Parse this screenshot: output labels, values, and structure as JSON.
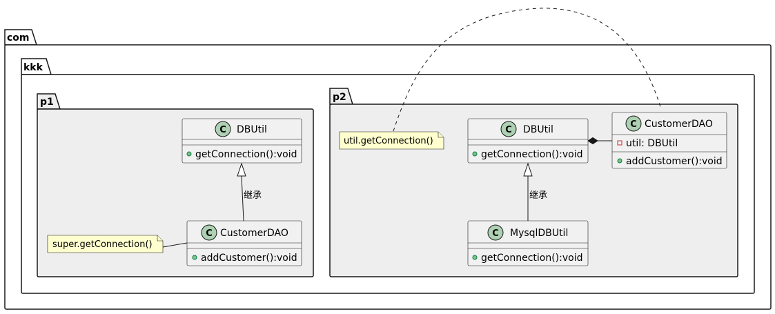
{
  "packages": {
    "outer": "com",
    "middle": "kkk",
    "left": "p1",
    "right": "p2"
  },
  "p1": {
    "dbutil": {
      "stereotype": "C",
      "name": "DBUtil",
      "methods": [
        "getConnection():void"
      ]
    },
    "customerdao": {
      "stereotype": "C",
      "name": "CustomerDAO",
      "methods": [
        "addCustomer():void"
      ]
    },
    "edge_label": "继承",
    "note": "super.getConnection()"
  },
  "p2": {
    "dbutil": {
      "stereotype": "C",
      "name": "DBUtil",
      "methods": [
        "getConnection():void"
      ]
    },
    "customerdao": {
      "stereotype": "C",
      "name": "CustomerDAO",
      "fields": [
        "util: DBUtil"
      ],
      "methods": [
        "addCustomer():void"
      ]
    },
    "mysqldbutil": {
      "stereotype": "C",
      "name": "MysqlDBUtil",
      "methods": [
        "getConnection():void"
      ]
    },
    "edge_label": "继承",
    "note": "util.getConnection()"
  },
  "colors": {
    "class_icon": "#add1b2",
    "class_fill": "#f1f1f1",
    "package_fill": "#eeeeee",
    "note_fill": "#fefece",
    "public_marker": "#84be84",
    "private_marker": "#c82930"
  }
}
